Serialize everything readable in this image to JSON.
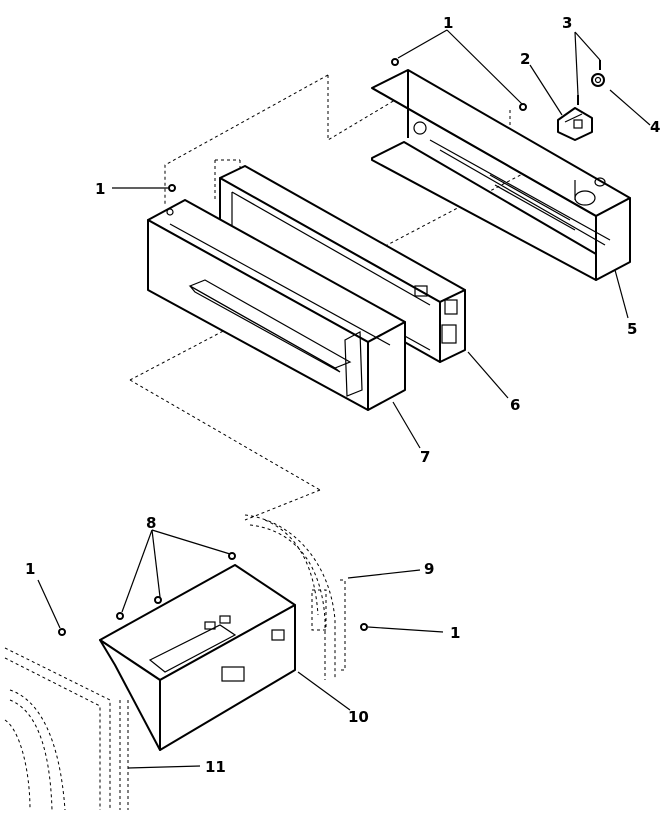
{
  "callouts": {
    "c1a": "1",
    "c1b": "1",
    "c1c": "1",
    "c1d": "1",
    "c2": "2",
    "c3": "3",
    "c4": "4",
    "c5": "5",
    "c6": "6",
    "c7": "7",
    "c8": "8",
    "c9": "9",
    "c10": "10",
    "c11": "11"
  }
}
